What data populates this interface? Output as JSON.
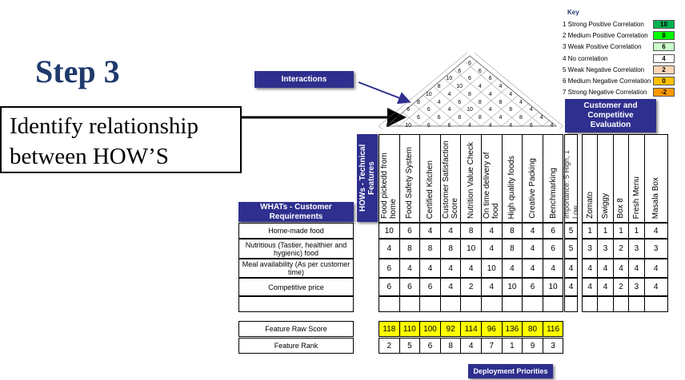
{
  "slide": {
    "title": "Step 3",
    "callout": "Identify relationship between HOW’S",
    "interactions_label": "Interactions",
    "deployment_label": "Deployment Priorities"
  },
  "key": {
    "title": "Key",
    "rows": [
      {
        "label": "1 Strong Positive Correlation",
        "value": "10",
        "color": "#00b050"
      },
      {
        "label": "2 Medium Positive Correlation",
        "value": "8",
        "color": "#00ff00"
      },
      {
        "label": "3 Weak Positive Correlation",
        "value": "6",
        "color": "#ccffcc"
      },
      {
        "label": "4 No correlation",
        "value": "4",
        "color": "#ffffff"
      },
      {
        "label": "5 Weak Negative Correlation",
        "value": "2",
        "color": "#fcd5b4"
      },
      {
        "label": "6 Medium Negative Correlation",
        "value": "0",
        "color": "#ffc000"
      },
      {
        "label": "7 Strong Negative Correlation",
        "value": "-2",
        "color": "#ff9900"
      }
    ]
  },
  "roof": {
    "rows": [
      [
        "6"
      ],
      [
        "6",
        "6"
      ],
      [
        "10",
        "6",
        "6"
      ],
      [
        "8",
        "10",
        "4",
        "4"
      ],
      [
        "10",
        "4",
        "8",
        "4",
        "4"
      ],
      [
        "8",
        "4",
        "6",
        "8",
        "8",
        "4"
      ],
      [
        "6",
        "6",
        "4",
        "10",
        "4",
        "8",
        "4"
      ],
      [
        "8",
        "6",
        "6",
        "8",
        "8",
        "4",
        "8",
        "4"
      ],
      [
        "6",
        "10",
        "6",
        "6",
        "4",
        "4",
        "4",
        "6",
        "4"
      ]
    ]
  },
  "hows_label": "HOWs - Technical Features",
  "whats_label": "WHATs - Customer Requirements",
  "cce_label": "Customer and Competitive Evaluation",
  "importance_label": "Importance: 5 High, 1 Low",
  "features": [
    "Food pickedd from home",
    "Food Safety System",
    "Certified Kitchen",
    "Customer Satisfaction Score",
    "Nutrition Value Check",
    "On time delivery of food",
    "High quality foods",
    "Creative Packing",
    "Benchmarking"
  ],
  "competitors": [
    "Zomato",
    "Swiggy",
    "Box 8",
    "Fresh Menu",
    "Masala Box"
  ],
  "requirements": [
    {
      "name": "Home-made food",
      "values": [
        "10",
        "6",
        "4",
        "4",
        "8",
        "4",
        "8",
        "4",
        "6"
      ],
      "importance": "5",
      "comp": [
        "1",
        "1",
        "1",
        "1",
        "4"
      ]
    },
    {
      "name": "Nutritious (Tastier, healthier and hygienic) food",
      "values": [
        "4",
        "8",
        "8",
        "8",
        "10",
        "4",
        "8",
        "4",
        "6"
      ],
      "importance": "5",
      "comp": [
        "3",
        "3",
        "2",
        "3",
        "3"
      ]
    },
    {
      "name": "Meal availability (As per customer time)",
      "values": [
        "6",
        "4",
        "4",
        "4",
        "4",
        "10",
        "4",
        "4",
        "4"
      ],
      "importance": "4",
      "comp": [
        "4",
        "4",
        "4",
        "4",
        "4"
      ]
    },
    {
      "name": "Competitive price",
      "values": [
        "6",
        "6",
        "6",
        "4",
        "2",
        "4",
        "10",
        "6",
        "10"
      ],
      "importance": "4",
      "comp": [
        "4",
        "4",
        "2",
        "3",
        "4"
      ]
    },
    {
      "name": "",
      "values": [
        "",
        "",
        "",
        "",
        "",
        "",
        "",
        "",
        ""
      ],
      "importance": "",
      "comp": [
        "",
        "",
        "",
        "",
        ""
      ]
    }
  ],
  "raw_score": {
    "label": "Feature Raw Score",
    "values": [
      "118",
      "110",
      "100",
      "92",
      "114",
      "96",
      "136",
      "80",
      "116"
    ]
  },
  "rank": {
    "label": "Feature Rank",
    "values": [
      "2",
      "5",
      "6",
      "8",
      "4",
      "7",
      "1",
      "9",
      "3"
    ]
  }
}
